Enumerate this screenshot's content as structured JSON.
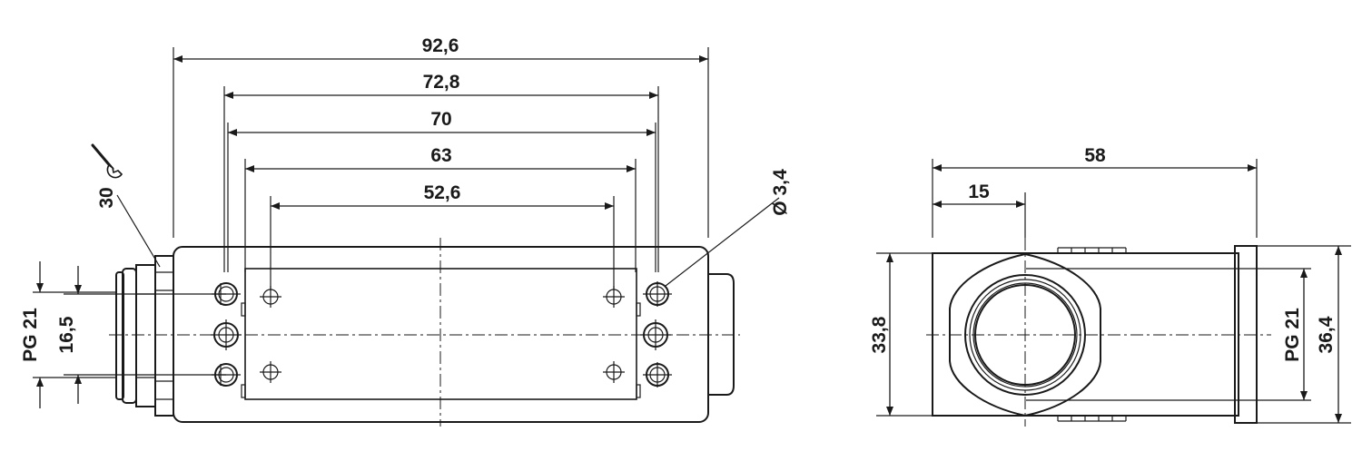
{
  "front_view": {
    "dimensions": {
      "overall_length": "92,6",
      "outer_hole_spacing": "72,8",
      "inner_frame_width": "70",
      "frame_hole_spacing": "63",
      "inner_hole_spacing": "52,6",
      "hole_diameter": "Ø 3,4",
      "wrench_size": "30",
      "thread_size": "PG 21",
      "thread_height": "16,5"
    }
  },
  "side_view": {
    "dimensions": {
      "overall_width": "58",
      "gland_offset": "15",
      "body_height": "33,8",
      "thread_size": "PG 21",
      "flange_height": "36,4"
    }
  }
}
